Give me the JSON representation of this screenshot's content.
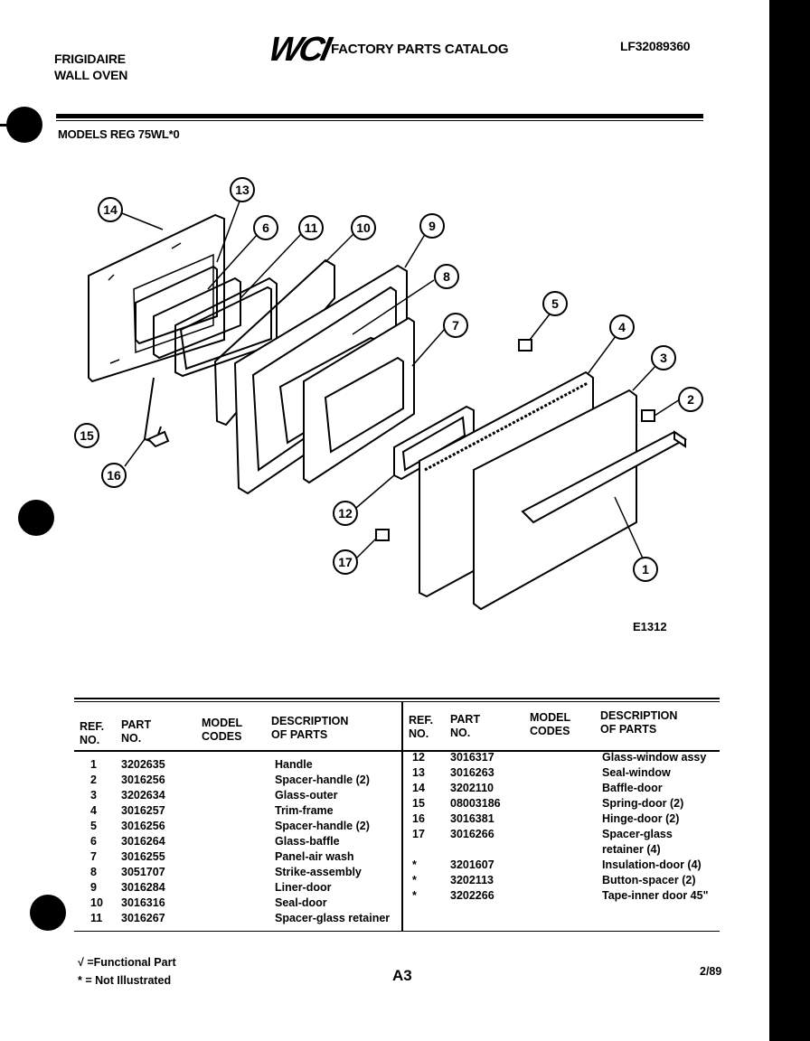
{
  "header": {
    "brand_line1": "FRIGIDAIRE",
    "brand_line2": "WALL OVEN",
    "logo_text": "WCI",
    "catalog_title": "FACTORY PARTS CATALOG",
    "catalog_code": "LF32089360",
    "models_line": "MODELS REG 75WL*0"
  },
  "diagram": {
    "callouts": [
      "1",
      "2",
      "3",
      "4",
      "5",
      "6",
      "7",
      "8",
      "9",
      "10",
      "11",
      "12",
      "13",
      "14",
      "15",
      "16",
      "17"
    ],
    "figure_id": "E1312"
  },
  "table": {
    "left_headers": {
      "ref": "REF.",
      "ref2": "NO.",
      "part": "PART",
      "part2": "NO.",
      "model": "MODEL",
      "model2": "CODES",
      "desc": "DESCRIPTION",
      "desc2": "OF PARTS"
    },
    "right_headers": {
      "ref": "REF.",
      "ref2": "NO.",
      "part": "PART",
      "part2": "NO.",
      "model": "MODEL",
      "model2": "CODES",
      "desc": "DESCRIPTION",
      "desc2": "OF PARTS"
    },
    "left_rows": [
      {
        "ref": "1",
        "part": "3202635",
        "desc": "Handle"
      },
      {
        "ref": "2",
        "part": "3016256",
        "desc": "Spacer-handle (2)"
      },
      {
        "ref": "3",
        "part": "3202634",
        "desc": "Glass-outer"
      },
      {
        "ref": "4",
        "part": "3016257",
        "desc": "Trim-frame"
      },
      {
        "ref": "5",
        "part": "3016256",
        "desc": "Spacer-handle (2)"
      },
      {
        "ref": "6",
        "part": "3016264",
        "desc": "Glass-baffle"
      },
      {
        "ref": "7",
        "part": "3016255",
        "desc": "Panel-air wash"
      },
      {
        "ref": "8",
        "part": "3051707",
        "desc": "Strike-assembly"
      },
      {
        "ref": "9",
        "part": "3016284",
        "desc": "Liner-door"
      },
      {
        "ref": "10",
        "part": "3016316",
        "desc": "Seal-door"
      },
      {
        "ref": "11",
        "part": "3016267",
        "desc": "Spacer-glass retainer"
      }
    ],
    "right_rows": [
      {
        "ref": "12",
        "part": "3016317",
        "desc": "Glass-window assy"
      },
      {
        "ref": "13",
        "part": "3016263",
        "desc": "Seal-window"
      },
      {
        "ref": "14",
        "part": "3202110",
        "desc": "Baffle-door"
      },
      {
        "ref": "15",
        "part": "08003186",
        "desc": "Spring-door (2)"
      },
      {
        "ref": "16",
        "part": "3016381",
        "desc": "Hinge-door (2)"
      },
      {
        "ref": "17",
        "part": "3016266",
        "desc": "Spacer-glass"
      },
      {
        "ref": "",
        "part": "",
        "desc": "retainer (4)"
      },
      {
        "ref": "*",
        "part": "3201607",
        "desc": "Insulation-door (4)"
      },
      {
        "ref": "*",
        "part": "3202113",
        "desc": "Button-spacer (2)"
      },
      {
        "ref": "*",
        "part": "3202266",
        "desc": "Tape-inner door 45\""
      }
    ]
  },
  "footer": {
    "legend_functional": "√ =Functional Part",
    "legend_not_illustrated": "* = Not Illustrated",
    "page_label": "A3",
    "date_code": "2/89"
  }
}
